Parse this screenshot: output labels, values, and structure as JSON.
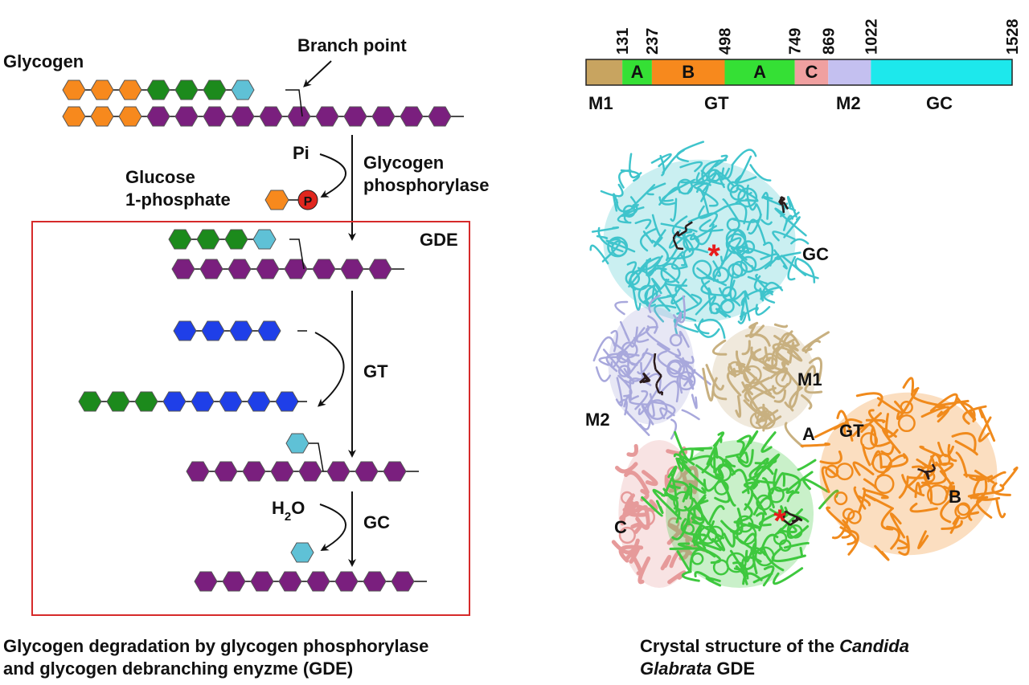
{
  "colors": {
    "orange": "#f7891d",
    "green": "#1c8a1c",
    "purple": "#7a1f7e",
    "cyan_unit": "#5fc1d6",
    "blue": "#1f3fe8",
    "box": "#d62a2a",
    "phosphate": "#e0261e"
  },
  "left": {
    "glycogen_label": "Glycogen",
    "branch_point_label": "Branch point",
    "pi_label": "Pi",
    "glucose_label_line1": "Glucose",
    "glucose_label_line2": "1-phosphate",
    "phosphate_letter": "P",
    "enzyme_label_line1": "Glycogen",
    "enzyme_label_line2": "phosphorylase",
    "gde_label": "GDE",
    "gt_label": "GT",
    "gc_label": "GC",
    "water_h": "H",
    "water_sub": "2",
    "water_o": "O",
    "caption_line1": "Glycogen degradation by glycogen phosphorylase",
    "caption_line2": "and glycogen debranching enyzme (GDE)"
  },
  "chains": {
    "row1": [
      "orange",
      "orange",
      "orange",
      "green",
      "green",
      "green",
      "cyan_unit"
    ],
    "row2": [
      "orange",
      "orange",
      "orange",
      "purple",
      "purple",
      "purple",
      "purple",
      "purple",
      "purple",
      "purple",
      "purple",
      "purple",
      "purple",
      "purple"
    ],
    "row3": [
      "green",
      "green",
      "green",
      "cyan_unit"
    ],
    "row4": [
      "purple",
      "purple",
      "purple",
      "purple",
      "purple",
      "purple",
      "purple",
      "purple"
    ],
    "row5": [
      "blue",
      "blue",
      "blue",
      "blue"
    ],
    "row6": [
      "green",
      "green",
      "green",
      "blue",
      "blue",
      "blue",
      "blue",
      "blue"
    ],
    "row7": [
      "cyan_unit"
    ],
    "row8": [
      "purple",
      "purple",
      "purple",
      "purple",
      "purple",
      "purple",
      "purple",
      "purple"
    ],
    "row9": [
      "cyan_unit"
    ],
    "row10": [
      "purple",
      "purple",
      "purple",
      "purple",
      "purple",
      "purple",
      "purple",
      "purple"
    ]
  },
  "domain_bar": {
    "ticks": [
      "131",
      "237",
      "498",
      "749",
      "869",
      "1022",
      "1528"
    ],
    "segments": [
      {
        "label": "",
        "color": "#c8a460"
      },
      {
        "label": "A",
        "color": "#35e035"
      },
      {
        "label": "B",
        "color": "#f7891d"
      },
      {
        "label": "A",
        "color": "#35e035"
      },
      {
        "label": "C",
        "color": "#f0a0a0"
      },
      {
        "label": "",
        "color": "#c4c0f0"
      },
      {
        "label": "",
        "color": "#1de8ec"
      }
    ],
    "domain_names": [
      "M1",
      "GT",
      "M2",
      "GC"
    ]
  },
  "structure": {
    "labels": {
      "gc": "GC",
      "m1": "M1",
      "m2": "M2",
      "a": "A",
      "gt": "GT",
      "b": "B",
      "c": "C"
    },
    "star": "*",
    "domain_colors": {
      "gc": "#3fc4cc",
      "m2": "#a8a8dc",
      "m1": "#c8b080",
      "a": "#3ec83e",
      "b": "#f08a1c",
      "c": "#e69a9a",
      "ligand": "#2a1a1a"
    },
    "caption_line1_plain": "Crystal structure of the ",
    "caption_line1_italic": "Candida",
    "caption_line2_italic": "Glabrata",
    "caption_line2_plain": " GDE"
  }
}
